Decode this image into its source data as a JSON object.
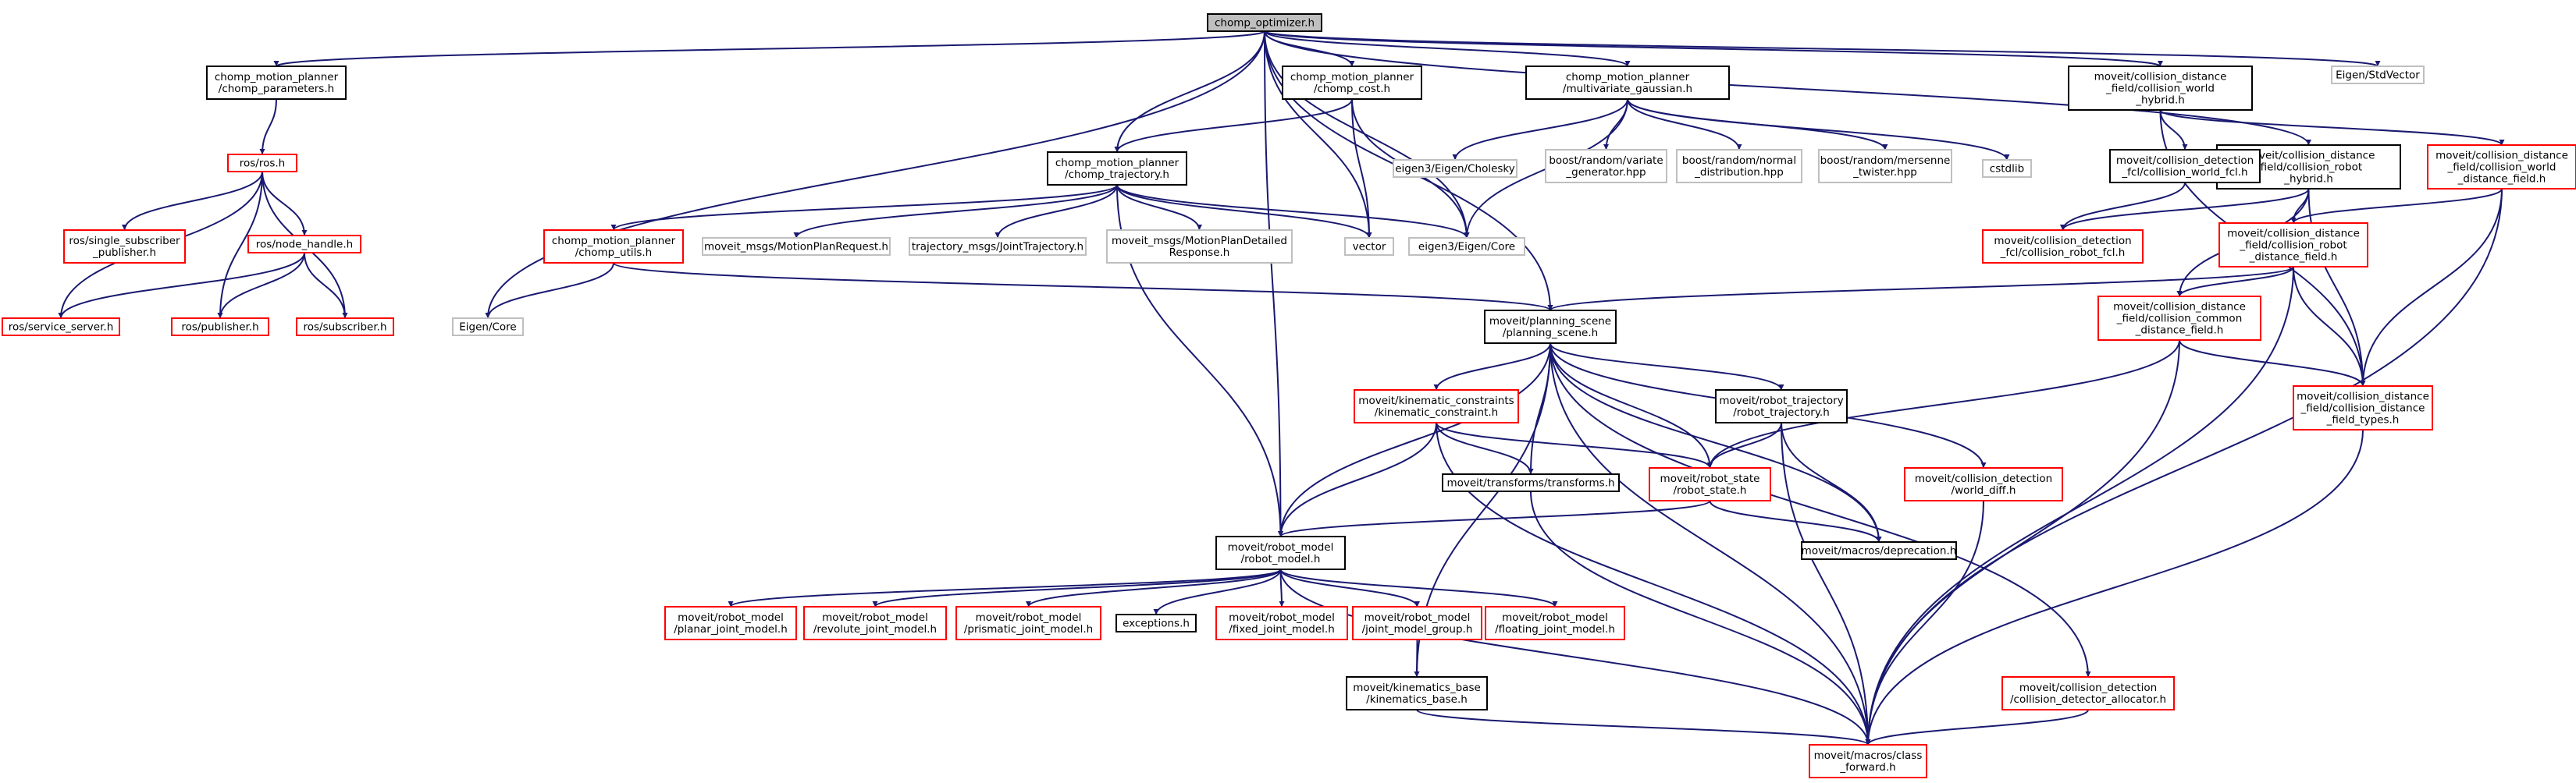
{
  "colors": {
    "edge": "#191970",
    "root_fill": "#bfbfbf",
    "border_documented": "#000000",
    "border_incomplete": "#ff0000",
    "border_external": "#bfbfbf"
  },
  "nodes": [
    {
      "id": "root",
      "lines": [
        "chomp_optimizer.h"
      ],
      "kind": "root"
    },
    {
      "id": "chomp_parameters",
      "lines": [
        "chomp_motion_planner",
        "/chomp_parameters.h"
      ],
      "kind": "documented"
    },
    {
      "id": "chomp_cost",
      "lines": [
        "chomp_motion_planner",
        "/chomp_cost.h"
      ],
      "kind": "documented"
    },
    {
      "id": "multivariate_gaussian",
      "lines": [
        "chomp_motion_planner",
        "/multivariate_gaussian.h"
      ],
      "kind": "documented"
    },
    {
      "id": "cw_hybrid",
      "lines": [
        "moveit/collision_distance",
        "_field/collision_world",
        "_hybrid.h"
      ],
      "kind": "documented"
    },
    {
      "id": "eigen_stdvector",
      "lines": [
        "Eigen/StdVector"
      ],
      "kind": "external"
    },
    {
      "id": "ros_h",
      "lines": [
        "ros/ros.h"
      ],
      "kind": "incomplete"
    },
    {
      "id": "chomp_trajectory",
      "lines": [
        "chomp_motion_planner",
        "/chomp_trajectory.h"
      ],
      "kind": "documented"
    },
    {
      "id": "eigen_cholesky",
      "lines": [
        "eigen3/Eigen/Cholesky"
      ],
      "kind": "external"
    },
    {
      "id": "boost_variate",
      "lines": [
        "boost/random/variate",
        "_generator.hpp"
      ],
      "kind": "external"
    },
    {
      "id": "boost_normal",
      "lines": [
        "boost/random/normal",
        "_distribution.hpp"
      ],
      "kind": "external"
    },
    {
      "id": "boost_mersenne",
      "lines": [
        "boost/random/mersenne",
        "_twister.hpp"
      ],
      "kind": "external"
    },
    {
      "id": "cstdlib",
      "lines": [
        "cstdlib"
      ],
      "kind": "external"
    },
    {
      "id": "cr_hybrid",
      "lines": [
        "moveit/collision_distance",
        "_field/collision_robot",
        "_hybrid.h"
      ],
      "kind": "documented"
    },
    {
      "id": "cw_fcl",
      "lines": [
        "moveit/collision_detection",
        "_fcl/collision_world_fcl.h"
      ],
      "kind": "documented"
    },
    {
      "id": "cw_distance_field",
      "lines": [
        "moveit/collision_distance",
        "_field/collision_world",
        "_distance_field.h"
      ],
      "kind": "incomplete"
    },
    {
      "id": "single_sub_pub",
      "lines": [
        "ros/single_subscriber",
        "_publisher.h"
      ],
      "kind": "incomplete"
    },
    {
      "id": "node_handle",
      "lines": [
        "ros/node_handle.h"
      ],
      "kind": "incomplete"
    },
    {
      "id": "chomp_utils",
      "lines": [
        "chomp_motion_planner",
        "/chomp_utils.h"
      ],
      "kind": "incomplete"
    },
    {
      "id": "motion_plan_request",
      "lines": [
        "moveit_msgs/MotionPlanRequest.h"
      ],
      "kind": "external"
    },
    {
      "id": "joint_trajectory",
      "lines": [
        "trajectory_msgs/JointTrajectory.h"
      ],
      "kind": "external"
    },
    {
      "id": "motion_plan_detailed",
      "lines": [
        "moveit_msgs/MotionPlanDetailed",
        "Response.h"
      ],
      "kind": "external"
    },
    {
      "id": "vector",
      "lines": [
        "vector"
      ],
      "kind": "external"
    },
    {
      "id": "eigen_core",
      "lines": [
        "eigen3/Eigen/Core"
      ],
      "kind": "external"
    },
    {
      "id": "cr_fcl",
      "lines": [
        "moveit/collision_detection",
        "_fcl/collision_robot_fcl.h"
      ],
      "kind": "incomplete"
    },
    {
      "id": "cr_distance_field",
      "lines": [
        "moveit/collision_distance",
        "_field/collision_robot",
        "_distance_field.h"
      ],
      "kind": "incomplete"
    },
    {
      "id": "ros_service_server",
      "lines": [
        "ros/service_server.h"
      ],
      "kind": "incomplete"
    },
    {
      "id": "ros_publisher",
      "lines": [
        "ros/publisher.h"
      ],
      "kind": "incomplete"
    },
    {
      "id": "ros_subscriber",
      "lines": [
        "ros/subscriber.h"
      ],
      "kind": "incomplete"
    },
    {
      "id": "Eigen_Core",
      "lines": [
        "Eigen/Core"
      ],
      "kind": "external"
    },
    {
      "id": "planning_scene",
      "lines": [
        "moveit/planning_scene",
        "/planning_scene.h"
      ],
      "kind": "documented"
    },
    {
      "id": "cc_distance_field",
      "lines": [
        "moveit/collision_distance",
        "_field/collision_common",
        "_distance_field.h"
      ],
      "kind": "incomplete"
    },
    {
      "id": "cd_field_types",
      "lines": [
        "moveit/collision_distance",
        "_field/collision_distance",
        "_field_types.h"
      ],
      "kind": "incomplete"
    },
    {
      "id": "kinematic_constraint",
      "lines": [
        "moveit/kinematic_constraints",
        "/kinematic_constraint.h"
      ],
      "kind": "incomplete"
    },
    {
      "id": "robot_trajectory",
      "lines": [
        "moveit/robot_trajectory",
        "/robot_trajectory.h"
      ],
      "kind": "documented"
    },
    {
      "id": "world_diff",
      "lines": [
        "moveit/collision_detection",
        "/world_diff.h"
      ],
      "kind": "incomplete"
    },
    {
      "id": "transforms",
      "lines": [
        "moveit/transforms/transforms.h"
      ],
      "kind": "documented"
    },
    {
      "id": "robot_state",
      "lines": [
        "moveit/robot_state",
        "/robot_state.h"
      ],
      "kind": "incomplete"
    },
    {
      "id": "robot_model",
      "lines": [
        "moveit/robot_model",
        "/robot_model.h"
      ],
      "kind": "documented"
    },
    {
      "id": "deprecation",
      "lines": [
        "moveit/macros/deprecation.h"
      ],
      "kind": "documented"
    },
    {
      "id": "planar_joint",
      "lines": [
        "moveit/robot_model",
        "/planar_joint_model.h"
      ],
      "kind": "incomplete"
    },
    {
      "id": "revolute_joint",
      "lines": [
        "moveit/robot_model",
        "/revolute_joint_model.h"
      ],
      "kind": "incomplete"
    },
    {
      "id": "prismatic_joint",
      "lines": [
        "moveit/robot_model",
        "/prismatic_joint_model.h"
      ],
      "kind": "incomplete"
    },
    {
      "id": "exceptions",
      "lines": [
        "exceptions.h"
      ],
      "kind": "documented"
    },
    {
      "id": "fixed_joint",
      "lines": [
        "moveit/robot_model",
        "/fixed_joint_model.h"
      ],
      "kind": "incomplete"
    },
    {
      "id": "joint_model_group",
      "lines": [
        "moveit/robot_model",
        "/joint_model_group.h"
      ],
      "kind": "incomplete"
    },
    {
      "id": "floating_joint",
      "lines": [
        "moveit/robot_model",
        "/floating_joint_model.h"
      ],
      "kind": "incomplete"
    },
    {
      "id": "kinematics_base",
      "lines": [
        "moveit/kinematics_base",
        "/kinematics_base.h"
      ],
      "kind": "documented"
    },
    {
      "id": "cd_allocator",
      "lines": [
        "moveit/collision_detection",
        "/collision_detector_allocator.h"
      ],
      "kind": "incomplete"
    },
    {
      "id": "class_forward",
      "lines": [
        "moveit/macros/class",
        "_forward.h"
      ],
      "kind": "incomplete"
    }
  ],
  "edges": [
    [
      "root",
      "chomp_parameters"
    ],
    [
      "root",
      "chomp_cost"
    ],
    [
      "root",
      "multivariate_gaussian"
    ],
    [
      "root",
      "cw_hybrid"
    ],
    [
      "root",
      "eigen_stdvector"
    ],
    [
      "root",
      "chomp_trajectory"
    ],
    [
      "root",
      "cr_hybrid"
    ],
    [
      "root",
      "Eigen_Core"
    ],
    [
      "root",
      "robot_model"
    ],
    [
      "root",
      "planning_scene"
    ],
    [
      "root",
      "vector"
    ],
    [
      "root",
      "eigen_core"
    ],
    [
      "chomp_parameters",
      "ros_h"
    ],
    [
      "ros_h",
      "single_sub_pub"
    ],
    [
      "ros_h",
      "node_handle"
    ],
    [
      "ros_h",
      "ros_service_server"
    ],
    [
      "ros_h",
      "ros_publisher"
    ],
    [
      "ros_h",
      "ros_subscriber"
    ],
    [
      "node_handle",
      "ros_service_server"
    ],
    [
      "node_handle",
      "ros_publisher"
    ],
    [
      "node_handle",
      "ros_subscriber"
    ],
    [
      "chomp_cost",
      "chomp_trajectory"
    ],
    [
      "chomp_cost",
      "vector"
    ],
    [
      "chomp_cost",
      "eigen_core"
    ],
    [
      "multivariate_gaussian",
      "eigen_cholesky"
    ],
    [
      "multivariate_gaussian",
      "boost_variate"
    ],
    [
      "multivariate_gaussian",
      "boost_normal"
    ],
    [
      "multivariate_gaussian",
      "boost_mersenne"
    ],
    [
      "multivariate_gaussian",
      "cstdlib"
    ],
    [
      "multivariate_gaussian",
      "eigen_core"
    ],
    [
      "chomp_trajectory",
      "chomp_utils"
    ],
    [
      "chomp_trajectory",
      "motion_plan_request"
    ],
    [
      "chomp_trajectory",
      "joint_trajectory"
    ],
    [
      "chomp_trajectory",
      "motion_plan_detailed"
    ],
    [
      "chomp_trajectory",
      "vector"
    ],
    [
      "chomp_trajectory",
      "eigen_core"
    ],
    [
      "chomp_trajectory",
      "robot_model"
    ],
    [
      "chomp_utils",
      "Eigen_Core"
    ],
    [
      "chomp_utils",
      "planning_scene"
    ],
    [
      "cw_hybrid",
      "cw_fcl"
    ],
    [
      "cw_hybrid",
      "cw_distance_field"
    ],
    [
      "cw_hybrid",
      "cd_field_types"
    ],
    [
      "cw_fcl",
      "cr_fcl"
    ],
    [
      "cr_hybrid",
      "cr_fcl"
    ],
    [
      "cr_hybrid",
      "cr_distance_field"
    ],
    [
      "cr_hybrid",
      "cc_distance_field"
    ],
    [
      "cr_hybrid",
      "cd_field_types"
    ],
    [
      "cw_distance_field",
      "cr_distance_field"
    ],
    [
      "cw_distance_field",
      "cd_field_types"
    ],
    [
      "cw_distance_field",
      "class_forward"
    ],
    [
      "cr_distance_field",
      "planning_scene"
    ],
    [
      "cr_distance_field",
      "cc_distance_field"
    ],
    [
      "cr_distance_field",
      "cd_field_types"
    ],
    [
      "cr_distance_field",
      "class_forward"
    ],
    [
      "cc_distance_field",
      "cd_field_types"
    ],
    [
      "cc_distance_field",
      "robot_state"
    ],
    [
      "cc_distance_field",
      "class_forward"
    ],
    [
      "cd_field_types",
      "class_forward"
    ],
    [
      "planning_scene",
      "kinematic_constraint"
    ],
    [
      "planning_scene",
      "robot_trajectory"
    ],
    [
      "planning_scene",
      "world_diff"
    ],
    [
      "planning_scene",
      "transforms"
    ],
    [
      "planning_scene",
      "robot_state"
    ],
    [
      "planning_scene",
      "robot_model"
    ],
    [
      "planning_scene",
      "deprecation"
    ],
    [
      "planning_scene",
      "cd_allocator"
    ],
    [
      "planning_scene",
      "kinematics_base"
    ],
    [
      "planning_scene",
      "class_forward"
    ],
    [
      "kinematic_constraint",
      "transforms"
    ],
    [
      "kinematic_constraint",
      "robot_state"
    ],
    [
      "kinematic_constraint",
      "robot_model"
    ],
    [
      "kinematic_constraint",
      "class_forward"
    ],
    [
      "robot_trajectory",
      "robot_state"
    ],
    [
      "robot_trajectory",
      "deprecation"
    ],
    [
      "robot_trajectory",
      "class_forward"
    ],
    [
      "world_diff",
      "class_forward"
    ],
    [
      "transforms",
      "class_forward"
    ],
    [
      "robot_state",
      "robot_model"
    ],
    [
      "robot_state",
      "deprecation"
    ],
    [
      "robot_model",
      "planar_joint"
    ],
    [
      "robot_model",
      "revolute_joint"
    ],
    [
      "robot_model",
      "prismatic_joint"
    ],
    [
      "robot_model",
      "exceptions"
    ],
    [
      "robot_model",
      "fixed_joint"
    ],
    [
      "robot_model",
      "joint_model_group"
    ],
    [
      "robot_model",
      "floating_joint"
    ],
    [
      "robot_model",
      "class_forward"
    ],
    [
      "joint_model_group",
      "kinematics_base"
    ],
    [
      "kinematics_base",
      "class_forward"
    ],
    [
      "cd_allocator",
      "class_forward"
    ]
  ]
}
